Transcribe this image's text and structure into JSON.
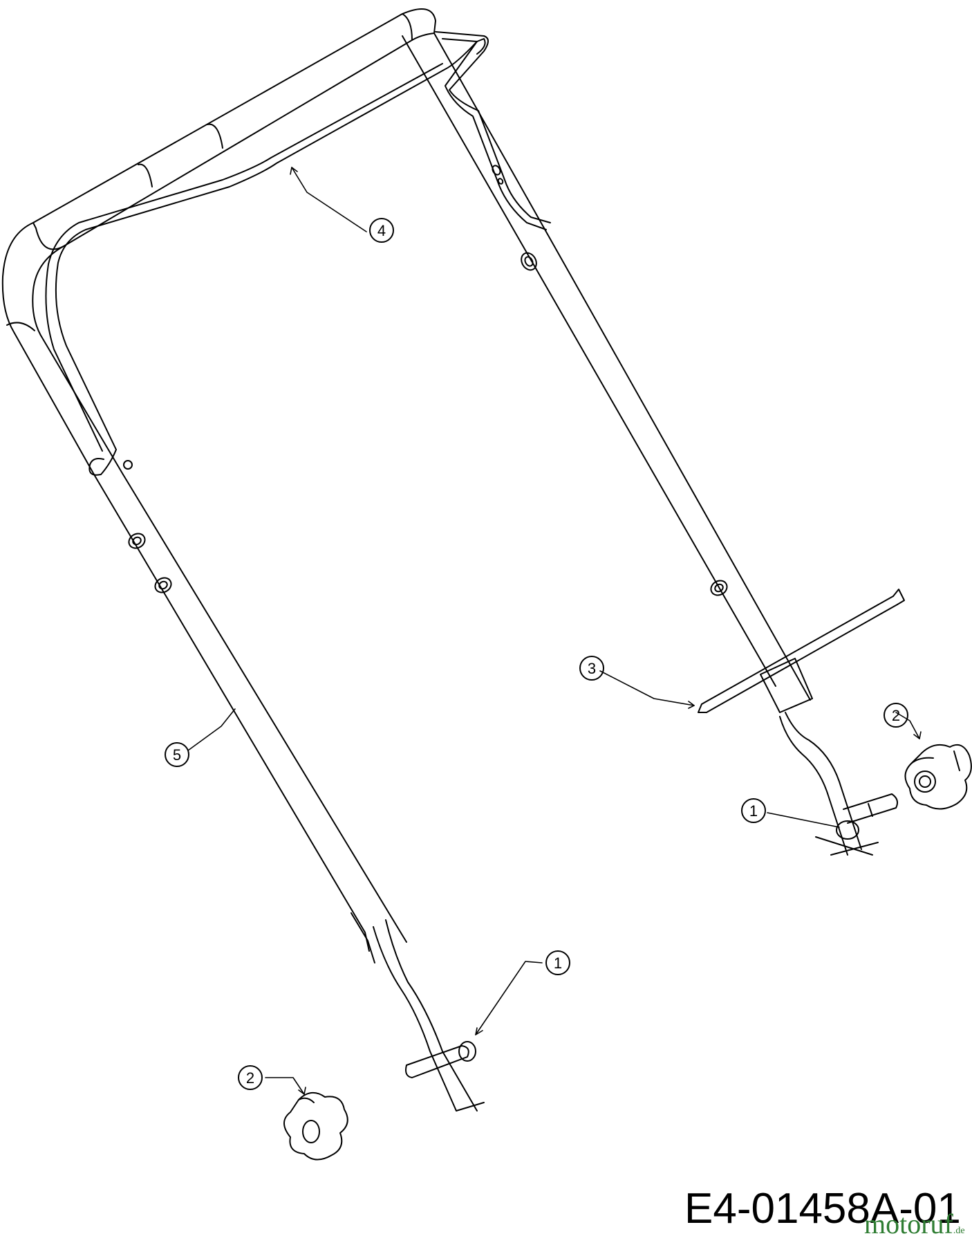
{
  "callouts": [
    {
      "label": "1"
    },
    {
      "label": "1"
    },
    {
      "label": "2"
    },
    {
      "label": "2"
    },
    {
      "label": "3"
    },
    {
      "label": "4"
    },
    {
      "label": "5"
    }
  ],
  "part_code": "E4-01458A-01",
  "watermark": {
    "text": "motoruf",
    "domain": ".de",
    "color": "#2e7d32"
  },
  "colors": {
    "line": "#000000",
    "background": "#ffffff"
  }
}
